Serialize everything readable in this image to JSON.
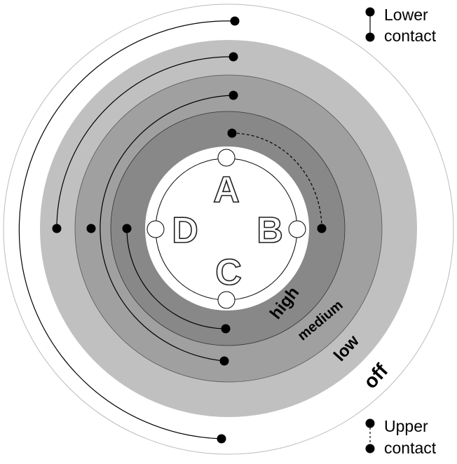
{
  "colors": {
    "off": "#c0c0c0",
    "low": "#a0a0a0",
    "medium": "#a0a0a0",
    "high": "#888888",
    "inner": "#ffffff"
  },
  "rings": {
    "off": "off",
    "low": "low",
    "medium": "medium",
    "high": "high"
  },
  "positions": {
    "a": "A",
    "b": "B",
    "c": "C",
    "d": "D"
  },
  "legend": {
    "lower": {
      "line1": "Lower",
      "line2": "contact"
    },
    "upper": {
      "line1": "Upper",
      "line2": "contact"
    }
  }
}
